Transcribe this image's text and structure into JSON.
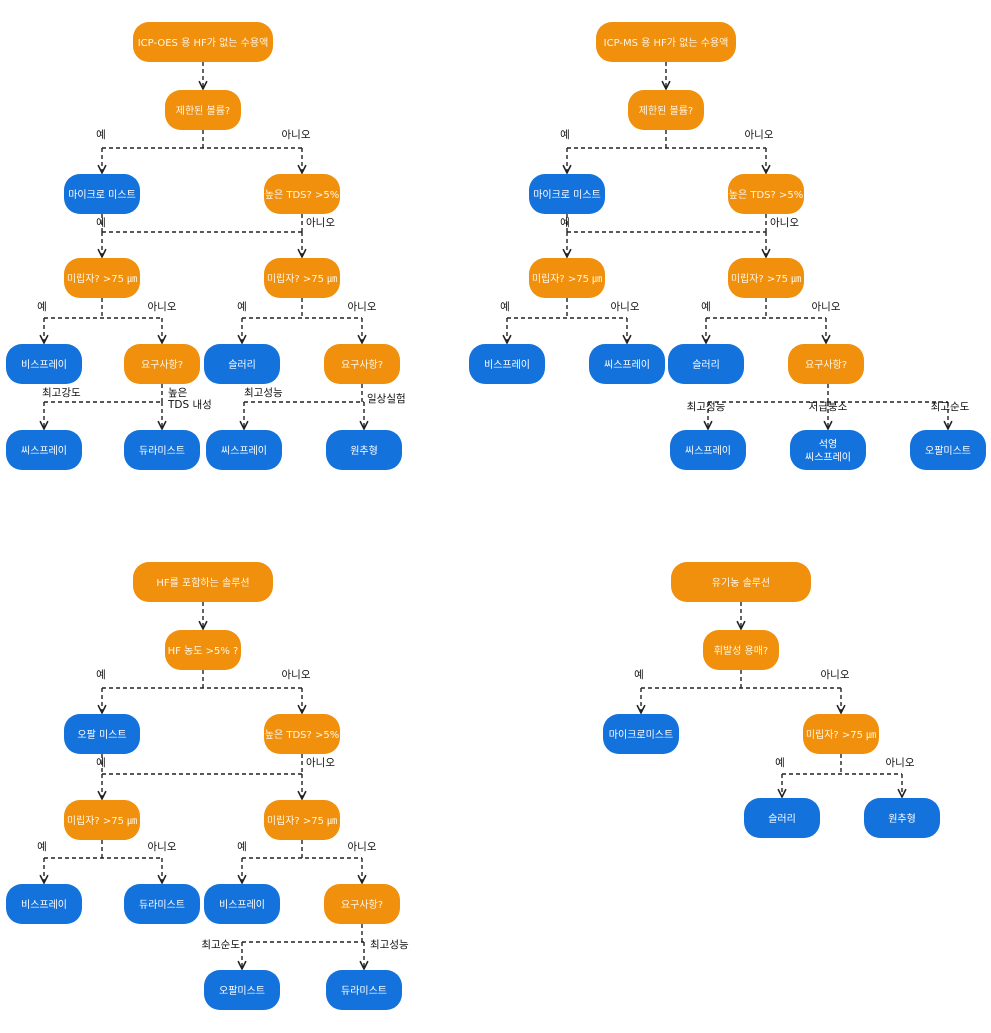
{
  "colors": {
    "question": "#F0900C",
    "answer": "#1472DC",
    "question_text": "#FFF6E6",
    "answer_text": "#FFFFFF",
    "edge": "#222222",
    "edge_label": "#111111"
  },
  "trees": [
    {
      "id": "icp-oes",
      "nodes": {
        "q0": {
          "text": "ICP-OES 용 HF가 없는 수용액",
          "kind": "question"
        },
        "q1": {
          "text": "제한된 볼륨?",
          "kind": "question"
        },
        "a1": {
          "text": "마이크로 미스트",
          "kind": "answer"
        },
        "q2": {
          "text": "높은 TDS? >5%",
          "kind": "question"
        },
        "q3": {
          "text": "미립자? >75 ㎛",
          "kind": "question"
        },
        "q4": {
          "text": "미립자? >75 ㎛",
          "kind": "question"
        },
        "a2": {
          "text": "비스프레이",
          "kind": "answer"
        },
        "q5": {
          "text": "요구사항?",
          "kind": "question"
        },
        "a3": {
          "text": "슬러리",
          "kind": "answer"
        },
        "q6": {
          "text": "요구사항?",
          "kind": "question"
        },
        "a4": {
          "text": "씨스프레이",
          "kind": "answer"
        },
        "a5": {
          "text": "듀라미스트",
          "kind": "answer"
        },
        "a6": {
          "text": "씨스프레이",
          "kind": "answer"
        },
        "a7": {
          "text": "원추형",
          "kind": "answer"
        }
      },
      "edge_labels": {
        "q1_yes": "예",
        "q1_no": "아니오",
        "q2_yes": "예",
        "q2_no": "아니오",
        "q3_yes": "예",
        "q3_no": "아니오",
        "q4_yes": "예",
        "q4_no": "아니오",
        "q5_a": "최고강도",
        "q5_b": "높은\nTDS 내성",
        "q6_a": "최고성능",
        "q6_b": "일상실험"
      }
    },
    {
      "id": "icp-ms",
      "nodes": {
        "q0": {
          "text": "ICP-MS 용 HF가 없는 수용액",
          "kind": "question"
        },
        "q1": {
          "text": "제한된 볼륨?",
          "kind": "question"
        },
        "a1": {
          "text": "마이크로 미스트",
          "kind": "answer"
        },
        "q2": {
          "text": "높은 TDS? >5%",
          "kind": "question"
        },
        "q3": {
          "text": "미립자? >75 ㎛",
          "kind": "question"
        },
        "q4": {
          "text": "미립자? >75 ㎛",
          "kind": "question"
        },
        "a2": {
          "text": "비스프레이",
          "kind": "answer"
        },
        "a3": {
          "text": "씨스프레이",
          "kind": "answer"
        },
        "a4": {
          "text": "슬러리",
          "kind": "answer"
        },
        "q5": {
          "text": "요구사항?",
          "kind": "question"
        },
        "a5": {
          "text": "씨스프레이",
          "kind": "answer"
        },
        "a6": {
          "text": "석영\n씨스프레이",
          "kind": "answer"
        },
        "a7": {
          "text": "오팔미스트",
          "kind": "answer"
        }
      },
      "edge_labels": {
        "q1_yes": "예",
        "q1_no": "아니오",
        "q2_yes": "예",
        "q2_no": "아니오",
        "q3_yes": "예",
        "q3_no": "아니오",
        "q4_yes": "예",
        "q4_no": "아니오",
        "q5_a": "최고성능",
        "q5_b": "저급붕소",
        "q5_c": "최고순도"
      }
    },
    {
      "id": "hf",
      "nodes": {
        "q0": {
          "text": "HF를 포함하는 솔루션",
          "kind": "question"
        },
        "q1": {
          "text": "HF 농도 >5% ?",
          "kind": "question"
        },
        "a1": {
          "text": "오팔 미스트",
          "kind": "answer"
        },
        "q2": {
          "text": "높은 TDS? >5%",
          "kind": "question"
        },
        "q3": {
          "text": "미립자? >75 ㎛",
          "kind": "question"
        },
        "q4": {
          "text": "미립자? >75 ㎛",
          "kind": "question"
        },
        "a2": {
          "text": "비스프레이",
          "kind": "answer"
        },
        "a3": {
          "text": "듀라미스트",
          "kind": "answer"
        },
        "a4": {
          "text": "비스프레이",
          "kind": "answer"
        },
        "q5": {
          "text": "요구사항?",
          "kind": "question"
        },
        "a5": {
          "text": "오팔미스트",
          "kind": "answer"
        },
        "a6": {
          "text": "듀라미스트",
          "kind": "answer"
        }
      },
      "edge_labels": {
        "q1_yes": "예",
        "q1_no": "아니오",
        "q2_yes": "예",
        "q2_no": "아니오",
        "q3_yes": "예",
        "q3_no": "아니오",
        "q4_yes": "예",
        "q4_no": "아니오",
        "q5_a": "최고순도",
        "q5_b": "최고성능"
      }
    },
    {
      "id": "organic",
      "nodes": {
        "q0": {
          "text": "유기농 솔루션",
          "kind": "question"
        },
        "q1": {
          "text": "휘발성 용매?",
          "kind": "question"
        },
        "a1": {
          "text": "마이크로미스트",
          "kind": "answer"
        },
        "q2": {
          "text": "미립자? >75 ㎛",
          "kind": "question"
        },
        "a2": {
          "text": "슬러리",
          "kind": "answer"
        },
        "a3": {
          "text": "원추형",
          "kind": "answer"
        }
      },
      "edge_labels": {
        "q1_yes": "예",
        "q1_no": "아니오",
        "q2_yes": "예",
        "q2_no": "아니오"
      }
    }
  ]
}
